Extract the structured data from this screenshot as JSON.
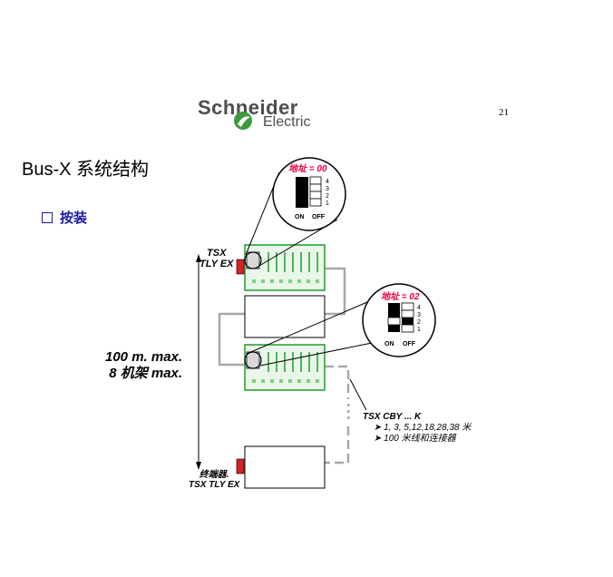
{
  "logo": {
    "name": "Schneider",
    "sub": "Electric"
  },
  "page_number": "21",
  "title": "Bus-X 系统结构",
  "section": "按装",
  "labels": {
    "tsx_top_1": "TSX",
    "tsx_top_2": "TLY EX",
    "distance_1": "100 m. max.",
    "distance_2": "8 机架 max.",
    "terminator_1": "终端器.",
    "terminator_2": "TSX TLY EX",
    "cable_title": "TSX CBY ... K",
    "cable_item_1": "1, 3, 5,12,18,28,38 米",
    "cable_item_2": "100 米线和连接器"
  },
  "dip_switch_1": {
    "label": "地址 = 00",
    "rows": [
      "4",
      "3",
      "2",
      "1"
    ],
    "on": "ON",
    "off": "OFF"
  },
  "dip_switch_2": {
    "label": "地址 = 02",
    "rows": [
      "4",
      "3",
      "2",
      "1"
    ],
    "on": "ON",
    "off": "OFF"
  },
  "colors": {
    "address_label": "#e8003c",
    "section": "#1a1aa6",
    "rack_green": "#1f9e2b",
    "cable": "#a8a8a8",
    "terminator": "#d8202a"
  }
}
